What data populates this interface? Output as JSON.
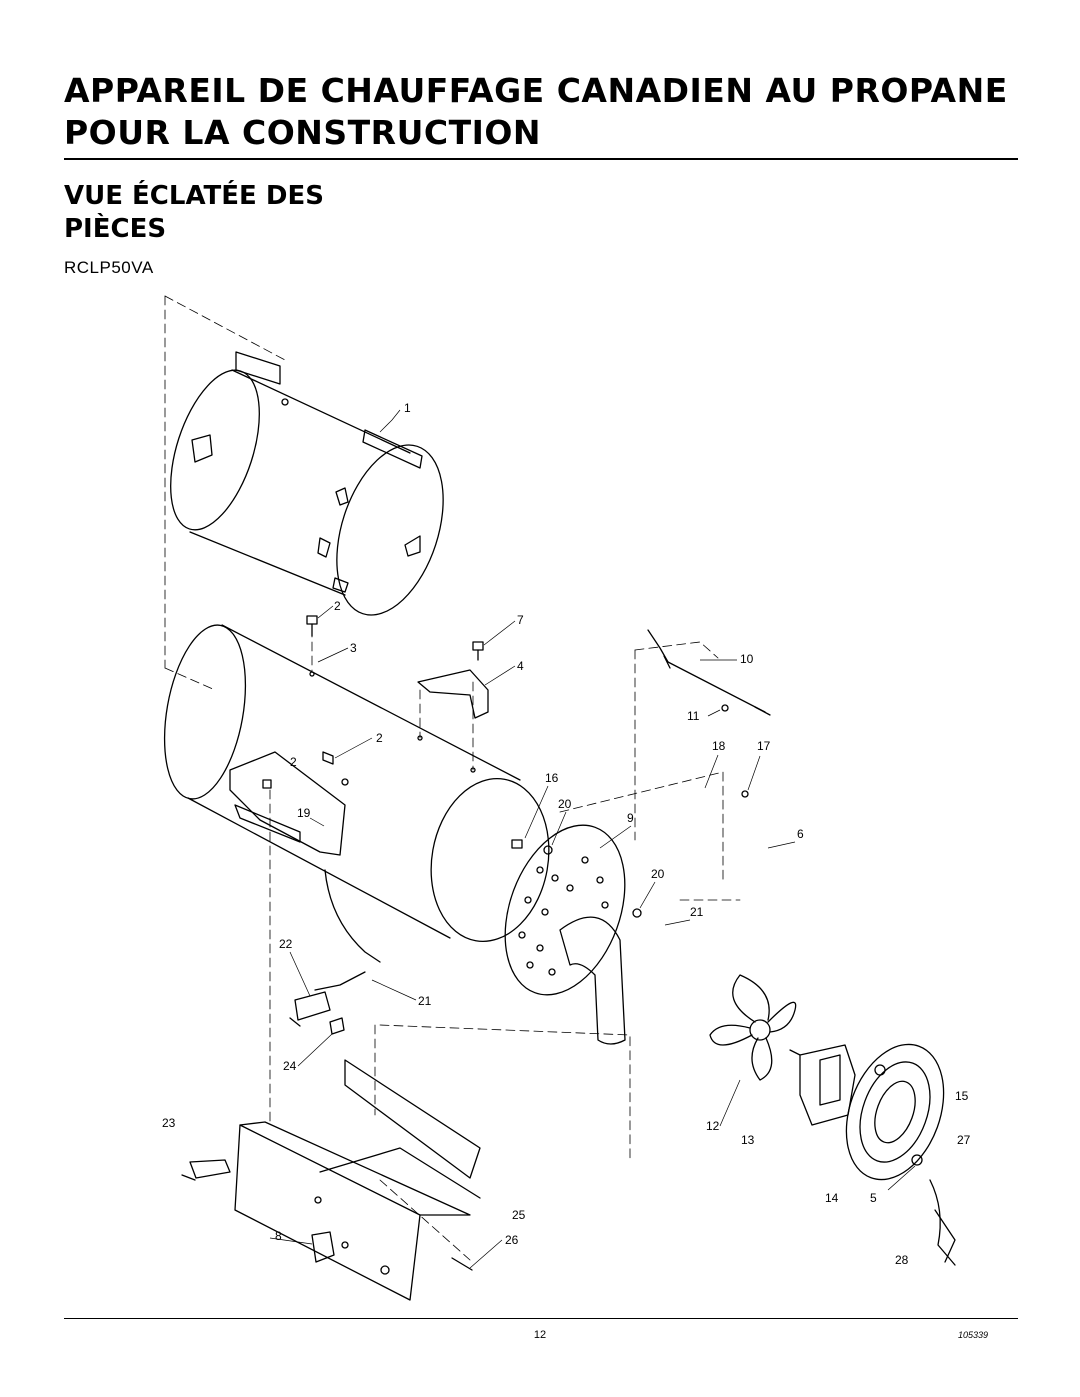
{
  "header": {
    "title": "APPAREIL DE CHAUFFAGE CANADIEN AU PROPANE POUR LA CONSTRUCTION",
    "section_title": "VUE ÉCLATÉE DES PIÈCES",
    "model": "RCLP50VA"
  },
  "diagram": {
    "callouts": [
      "1",
      "2",
      "7",
      "3",
      "10",
      "4",
      "11",
      "2",
      "18",
      "17",
      "16",
      "2",
      "20",
      "9",
      "19",
      "6",
      "20",
      "21",
      "22",
      "21",
      "24",
      "15",
      "23",
      "12",
      "13",
      "27",
      "14",
      "5",
      "25",
      "8",
      "26",
      "28"
    ]
  },
  "footer": {
    "page_number": "12",
    "doc_number": "105339"
  }
}
